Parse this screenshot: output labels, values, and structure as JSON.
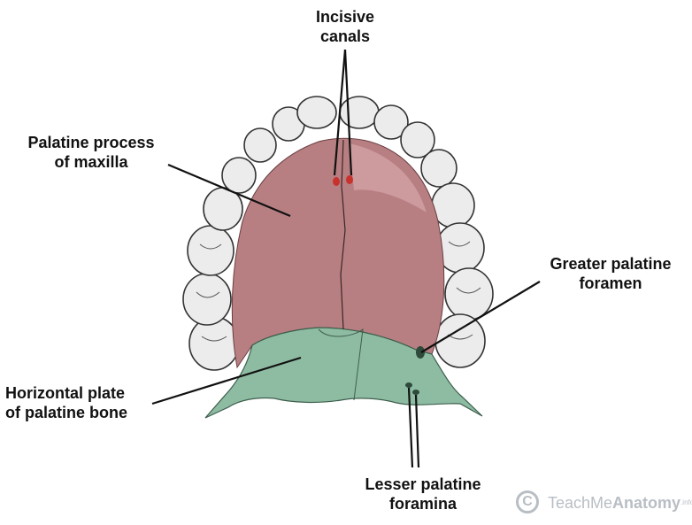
{
  "labels": {
    "incisive_canals": [
      "Incisive",
      "canals"
    ],
    "palatine_process": [
      "Palatine process",
      "of maxilla"
    ],
    "greater_palatine": [
      "Greater palatine",
      "foramen"
    ],
    "horizontal_plate": [
      "Horizontal plate",
      "of palatine bone"
    ],
    "lesser_palatine": [
      "Lesser palatine",
      "foramina"
    ]
  },
  "watermark": {
    "symbol": "C",
    "brand_light": "TeachMe",
    "brand_bold": "Anatomy",
    "suffix": ".info"
  },
  "colors": {
    "maxilla_region": "#b77f82",
    "palatine_region": "#8ebca3",
    "tooth": "#eeeeee",
    "outline": "#222222",
    "foramen": "#c8322d"
  }
}
